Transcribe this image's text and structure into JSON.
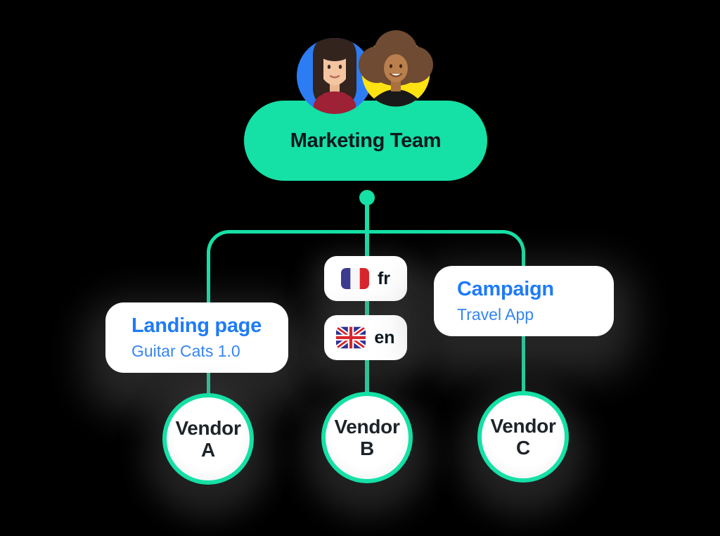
{
  "team": {
    "label": "Marketing Team",
    "avatar_left": "woman-dark-bob-blue-circle",
    "avatar_right": "woman-afro-yellow-circle"
  },
  "branches": {
    "landing_page": {
      "title": "Landing page",
      "subtitle": "Guitar Cats 1.0"
    },
    "languages": [
      {
        "code": "fr",
        "flag": "france-flag"
      },
      {
        "code": "en",
        "flag": "uk-flag"
      }
    ],
    "campaign": {
      "title": "Campaign",
      "subtitle": "Travel App"
    }
  },
  "vendors": [
    {
      "name": "Vendor",
      "letter": "A"
    },
    {
      "name": "Vendor",
      "letter": "B"
    },
    {
      "name": "Vendor",
      "letter": "C"
    }
  ],
  "colors": {
    "green": "#15E0A5",
    "blue": "#1E7BF6",
    "blue_light": "#3585F2",
    "text_dark": "#0C1820",
    "avatar_blue_bg": "#2C7CF4",
    "avatar_yellow_bg": "#FFE211",
    "flag_fr_blue": "#3D3B8E",
    "flag_red": "#D8252B",
    "flag_uk_blue": "#2E3192"
  }
}
